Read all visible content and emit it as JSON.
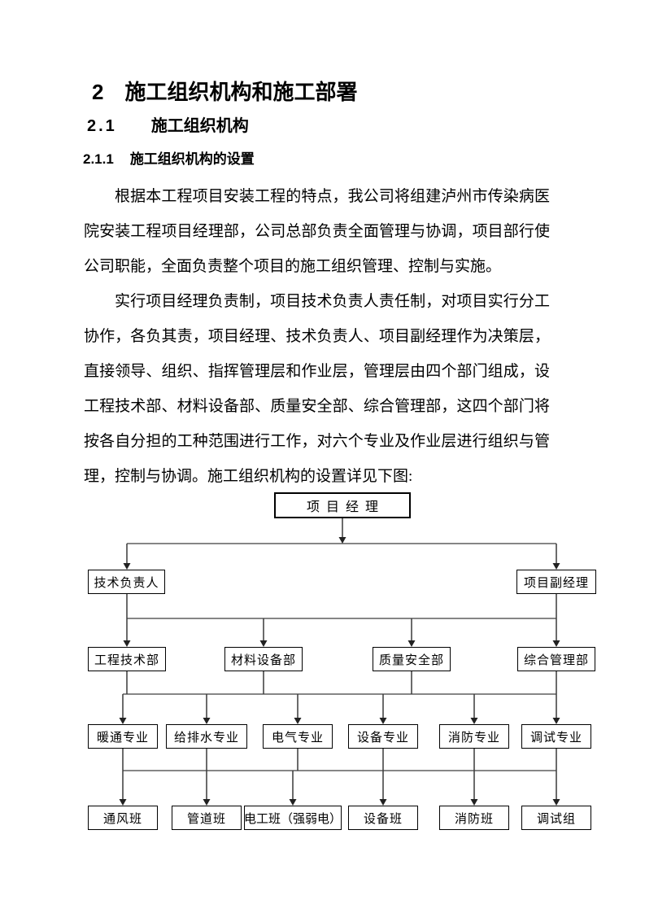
{
  "document": {
    "chapter": {
      "number": "2",
      "title": "施工组织机构和施工部署"
    },
    "section": {
      "number": "2.1",
      "title": "施工组织机构"
    },
    "subsection": {
      "number": "2.1.1",
      "title": "施工组织机构的设置"
    },
    "paragraphs": [
      "根据本工程项目安装工程的特点，我公司将组建泸州市传染病医院安装工程项目经理部，公司总部负责全面管理与协调，项目部行使公司职能，全面负责整个项目的施工组织管理、控制与实施。",
      "实行项目经理负责制，项目技术负责人责任制，对项目实行分工协作，各负其责，项目经理、技术负责人、项目副经理作为决策层，直接领导、组织、指挥管理层和作业层，管理层由四个部门组成，设工程技术部、材料设备部、质量安全部、综合管理部，这四个部门将按各自分担的工种范围进行工作，对六个专业及作业层进行组织与管理，控制与协调。施工组织机构的设置详见下图:"
    ]
  },
  "org_chart": {
    "level1": {
      "project_manager": "项目经理"
    },
    "level2": {
      "technical_director": "技术负责人",
      "deputy_project_manager": "项目副经理"
    },
    "level3": {
      "engineering_dept": "工程技术部",
      "materials_dept": "材料设备部",
      "quality_safety_dept": "质量安全部",
      "admin_dept": "综合管理部"
    },
    "level4": {
      "hvac": "暖通专业",
      "plumbing": "给排水专业",
      "electrical": "电气专业",
      "equipment": "设备专业",
      "fire": "消防专业",
      "commissioning": "调试专业"
    },
    "level5": {
      "ventilation_team": "通风班",
      "pipeline_team": "管道班",
      "electrician_team": "电工班（强弱电）",
      "equipment_team": "设备班",
      "fire_team": "消防班",
      "commissioning_team": "调试组"
    }
  }
}
